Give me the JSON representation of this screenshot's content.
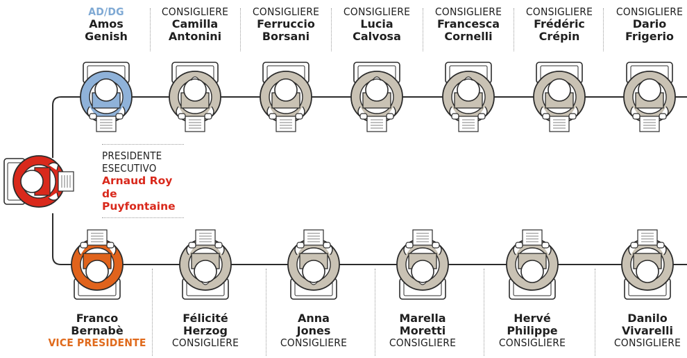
{
  "president": {
    "role_line1": "PRESIDENTE",
    "role_line2": "ESECUTIVO",
    "name_line1": "Arnaud Roy",
    "name_line2": "de Puyfontaine",
    "color": "#d9291c"
  },
  "top_row": [
    {
      "role": "AD/DG",
      "first": "Amos",
      "last": "Genish",
      "color": "#8fb2d9",
      "head": "plain"
    },
    {
      "role": "CONSIGLIERE",
      "first": "Camilla",
      "last": "Antonini",
      "color": "#c9c2b4",
      "head": "hair"
    },
    {
      "role": "CONSIGLIERE",
      "first": "Ferruccio",
      "last": "Borsani",
      "color": "#c9c2b4",
      "head": "plain"
    },
    {
      "role": "CONSIGLIERE",
      "first": "Lucia",
      "last": "Calvosa",
      "color": "#c9c2b4",
      "head": "hair"
    },
    {
      "role": "CONSIGLIERE",
      "first": "Francesca",
      "last": "Cornelli",
      "color": "#c9c2b4",
      "head": "hair"
    },
    {
      "role": "CONSIGLIERE",
      "first": "Frédéric",
      "last": "Crépin",
      "color": "#c9c2b4",
      "head": "plain"
    },
    {
      "role": "CONSIGLIERE",
      "first": "Dario",
      "last": "Frigerio",
      "color": "#c9c2b4",
      "head": "plain"
    }
  ],
  "bottom_row": [
    {
      "role": "VICE PRESIDENTE",
      "first": "Franco",
      "last": "Bernabè",
      "color": "#e0631c",
      "head": "plain"
    },
    {
      "role": "CONSIGLIERE",
      "first": "Félicité",
      "last": "Herzog",
      "color": "#c9c2b4",
      "head": "hair"
    },
    {
      "role": "CONSIGLIERE",
      "first": "Anna",
      "last": "Jones",
      "color": "#c9c2b4",
      "head": "hair"
    },
    {
      "role": "CONSIGLIERE",
      "first": "Marella",
      "last": "Moretti",
      "color": "#c9c2b4",
      "head": "hair"
    },
    {
      "role": "CONSIGLIERE",
      "first": "Hervé",
      "last": "Philippe",
      "color": "#c9c2b4",
      "head": "plain"
    },
    {
      "role": "CONSIGLIERE",
      "first": "Danilo",
      "last": "Vivarelli",
      "color": "#c9c2b4",
      "head": "plain"
    }
  ]
}
